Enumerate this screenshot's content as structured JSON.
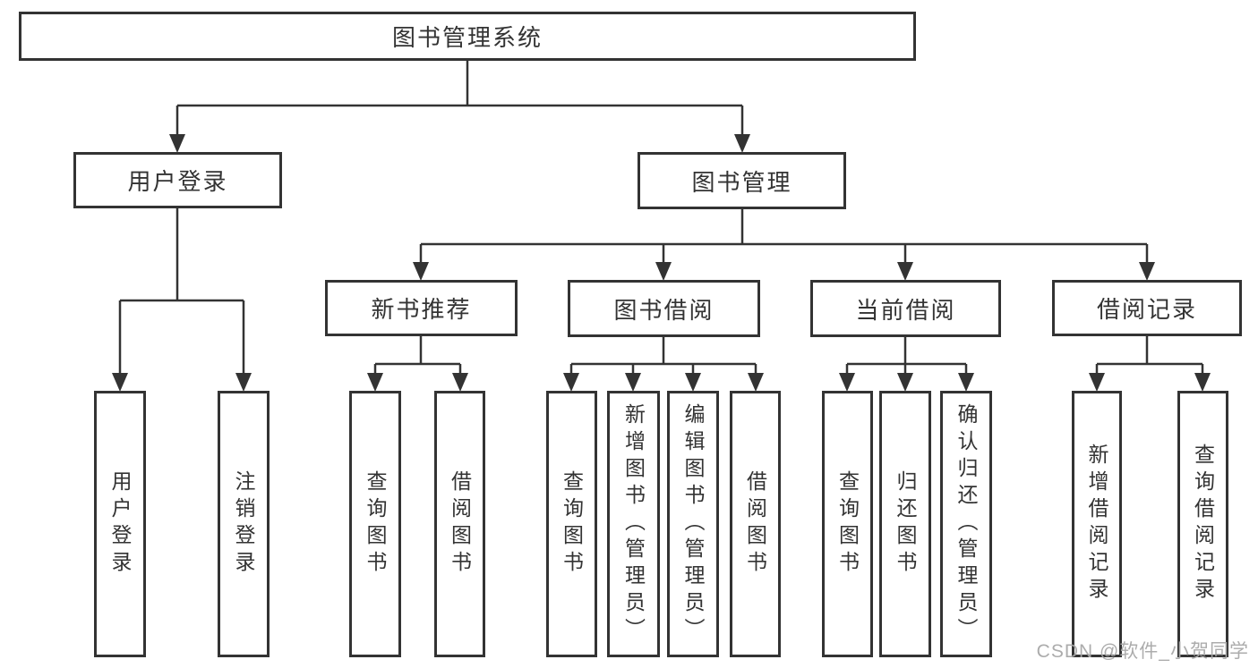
{
  "tree": {
    "root": {
      "label": "图书管理系统",
      "children": [
        {
          "label": "用户登录",
          "children": [
            {
              "label": "用户登录"
            },
            {
              "label": "注销登录"
            }
          ]
        },
        {
          "label": "图书管理",
          "children": [
            {
              "label": "新书推荐",
              "children": [
                {
                  "label": "查询图书"
                },
                {
                  "label": "借阅图书"
                }
              ]
            },
            {
              "label": "图书借阅",
              "children": [
                {
                  "label": "查询图书"
                },
                {
                  "label": "新增图书（管理员）"
                },
                {
                  "label": "编辑图书（管理员）"
                },
                {
                  "label": "借阅图书"
                }
              ]
            },
            {
              "label": "当前借阅",
              "children": [
                {
                  "label": "查询图书"
                },
                {
                  "label": "归还图书"
                },
                {
                  "label": "确认归还（管理员）"
                }
              ]
            },
            {
              "label": "借阅记录",
              "children": [
                {
                  "label": "新增借阅记录"
                },
                {
                  "label": "查询借阅记录"
                }
              ]
            }
          ]
        }
      ]
    }
  },
  "watermark": {
    "text": "CSDN @软件_小贺同学"
  },
  "colors": {
    "line": "#333333",
    "box_border": "#333333",
    "text": "#333333",
    "watermark": "#a8a8a8",
    "background": "#ffffff"
  }
}
